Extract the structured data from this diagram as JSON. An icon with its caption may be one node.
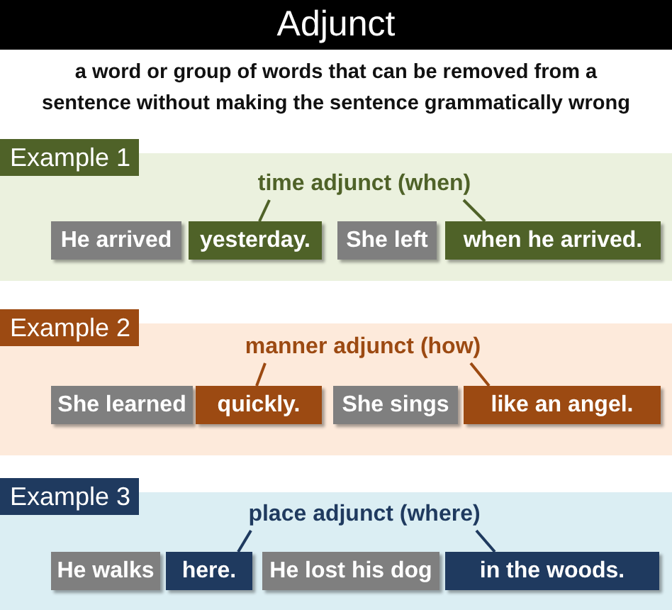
{
  "diagram": {
    "title": "Adjunct",
    "nodes": [
      {
        "text": [
          "Example 1"
        ]
      },
      {
        "text": [
          "time adjunct (when)"
        ],
        "in": 0
      },
      {
        "text": [
          "He arrived"
        ],
        "in": 0
      },
      {
        "text": [
          "yesterday."
        ],
        "in": 0
      },
      {
        "text": [
          "She left"
        ],
        "in": 0
      },
      {
        "text": [
          "when he arrived."
        ],
        "in": 0
      },
      {
        "text": [
          "Example 2"
        ]
      },
      {
        "text": [
          "manner adjunct (how)"
        ],
        "in": 6
      },
      {
        "text": [
          "She learned"
        ],
        "in": 6
      },
      {
        "text": [
          "quickly."
        ],
        "in": 6
      },
      {
        "text": [
          "She sings"
        ],
        "in": 6
      },
      {
        "text": [
          "like an angel."
        ],
        "in": 6
      },
      {
        "text": [
          "Example 3"
        ]
      },
      {
        "text": [
          "place adjunct (where)"
        ],
        "in": 12
      },
      {
        "text": [
          "He walks"
        ],
        "in": 12
      },
      {
        "text": [
          "here."
        ],
        "in": 12
      },
      {
        "text": [
          "He lost his dog"
        ],
        "in": 12
      },
      {
        "text": [
          "in the woods."
        ],
        "in": 12
      }
    ],
    "edges": [
      {
        "from": 1,
        "to": 3,
        "arrow": "none"
      },
      {
        "from": 1,
        "to": 5,
        "arrow": "none"
      },
      {
        "from": 7,
        "to": 9,
        "arrow": "none"
      },
      {
        "from": 7,
        "to": 11,
        "arrow": "none"
      },
      {
        "from": 13,
        "to": 15,
        "arrow": "none"
      },
      {
        "from": 13,
        "to": 17,
        "arrow": "none"
      }
    ],
    "labels": [
      "a word or group of words that can be removed from a sentence without making the sentence grammatically wrong"
    ]
  }
}
